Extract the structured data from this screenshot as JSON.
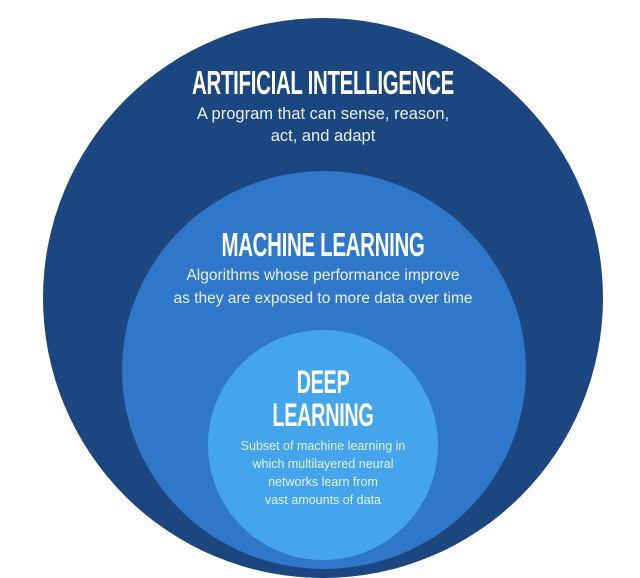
{
  "colors": {
    "background": "#ffffff",
    "outer_circle": "#1b4680",
    "middle_circle": "#2f78c9",
    "inner_circle": "#45a5ec",
    "text": "#ffffff"
  },
  "diagram": {
    "type": "nested-circles",
    "layers": [
      {
        "id": "ai",
        "title": "ARTIFICIAL INTELLIGENCE",
        "description_lines": [
          "A program that can sense, reason,",
          "act, and adapt"
        ]
      },
      {
        "id": "ml",
        "title": "MACHINE LEARNING",
        "description_lines": [
          "Algorithms whose performance improve",
          "as they are exposed to more data over time"
        ]
      },
      {
        "id": "dl",
        "title_lines": [
          "DEEP",
          "LEARNING"
        ],
        "description_lines": [
          "Subset of machine learning in",
          "which multilayered neural",
          "networks learn from",
          "vast amounts of data"
        ]
      }
    ]
  }
}
